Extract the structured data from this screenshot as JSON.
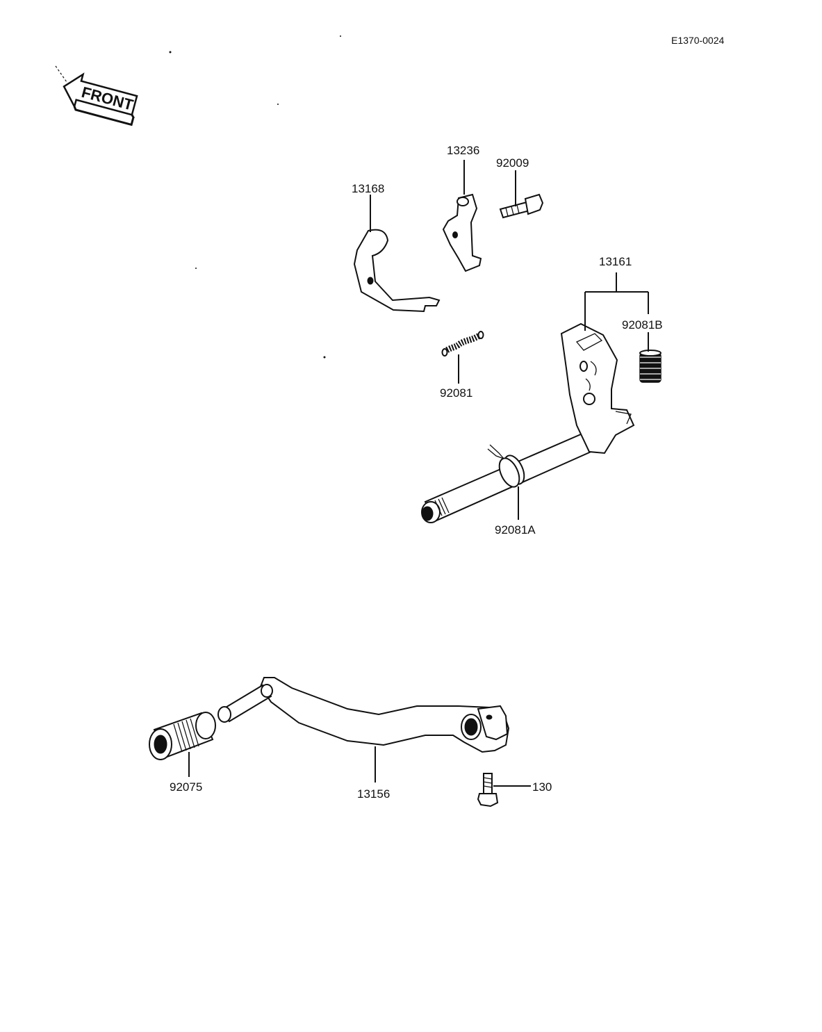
{
  "diagram_code": "E1370-0024",
  "front_label": "FRONT",
  "callouts": {
    "p13236": "13236",
    "p92009": "92009",
    "p13168": "13168",
    "p13161": "13161",
    "p92081B": "92081B",
    "p92081": "92081",
    "p92081A": "92081A",
    "p92075": "92075",
    "p13156": "13156",
    "p130": "130"
  }
}
